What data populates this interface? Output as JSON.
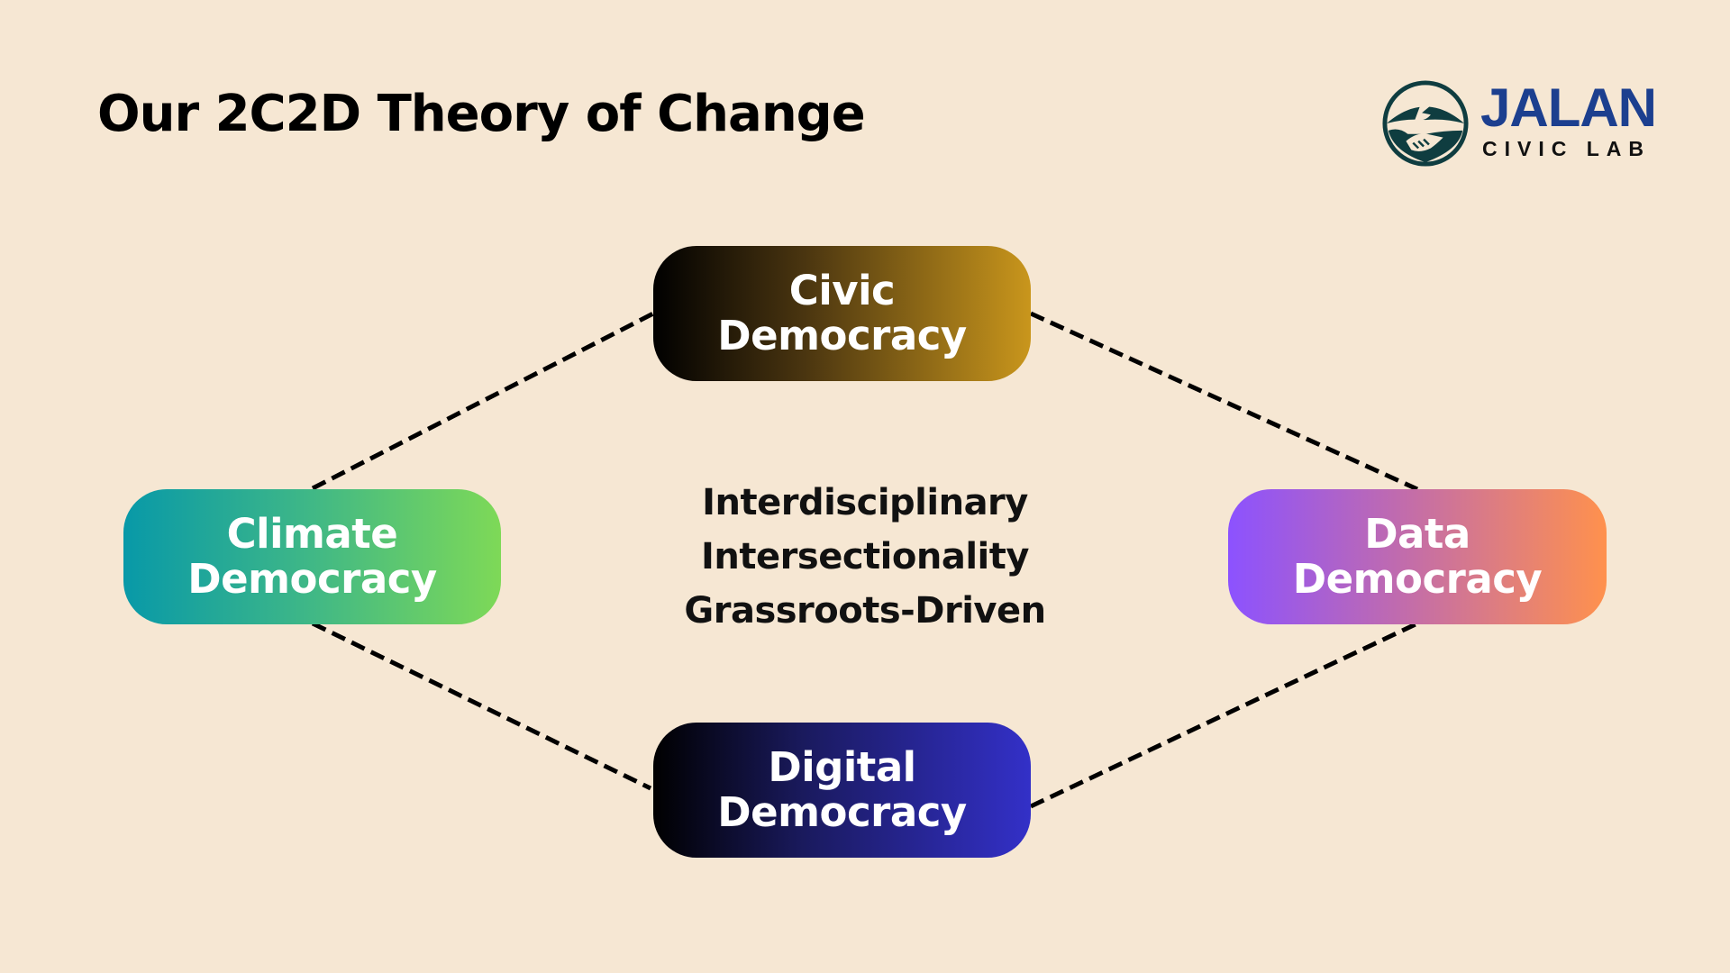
{
  "title": "Our 2C2D Theory of Change",
  "logo": {
    "name": "JALAN",
    "subtitle": "CIVIC LAB",
    "icon": "handshake-emblem-icon",
    "colors": {
      "name": "#1C3F8F",
      "emblem": "#0F3D40"
    }
  },
  "background": "#F6E7D3",
  "nodes": {
    "civic": {
      "line1": "Civic",
      "line2": "Democracy",
      "gradient": [
        "#000000",
        "#C9961C"
      ]
    },
    "climate": {
      "line1": "Climate",
      "line2": "Democracy",
      "gradient": [
        "#0899A8",
        "#7ED957"
      ]
    },
    "data": {
      "line1": "Data",
      "line2": "Democracy",
      "gradient": [
        "#8C52FF",
        "#FF914D"
      ]
    },
    "digital": {
      "line1": "Digital",
      "line2": "Democracy",
      "gradient": [
        "#000000",
        "#3330C8"
      ]
    }
  },
  "center": {
    "lines": [
      "Interdisciplinary",
      "Intersectionality",
      "Grassroots-Driven"
    ]
  },
  "connectors": [
    {
      "from": "climate",
      "to": "civic",
      "style": "dashed"
    },
    {
      "from": "civic",
      "to": "data",
      "style": "dashed"
    },
    {
      "from": "climate",
      "to": "digital",
      "style": "dashed"
    },
    {
      "from": "digital",
      "to": "data",
      "style": "dashed"
    }
  ]
}
